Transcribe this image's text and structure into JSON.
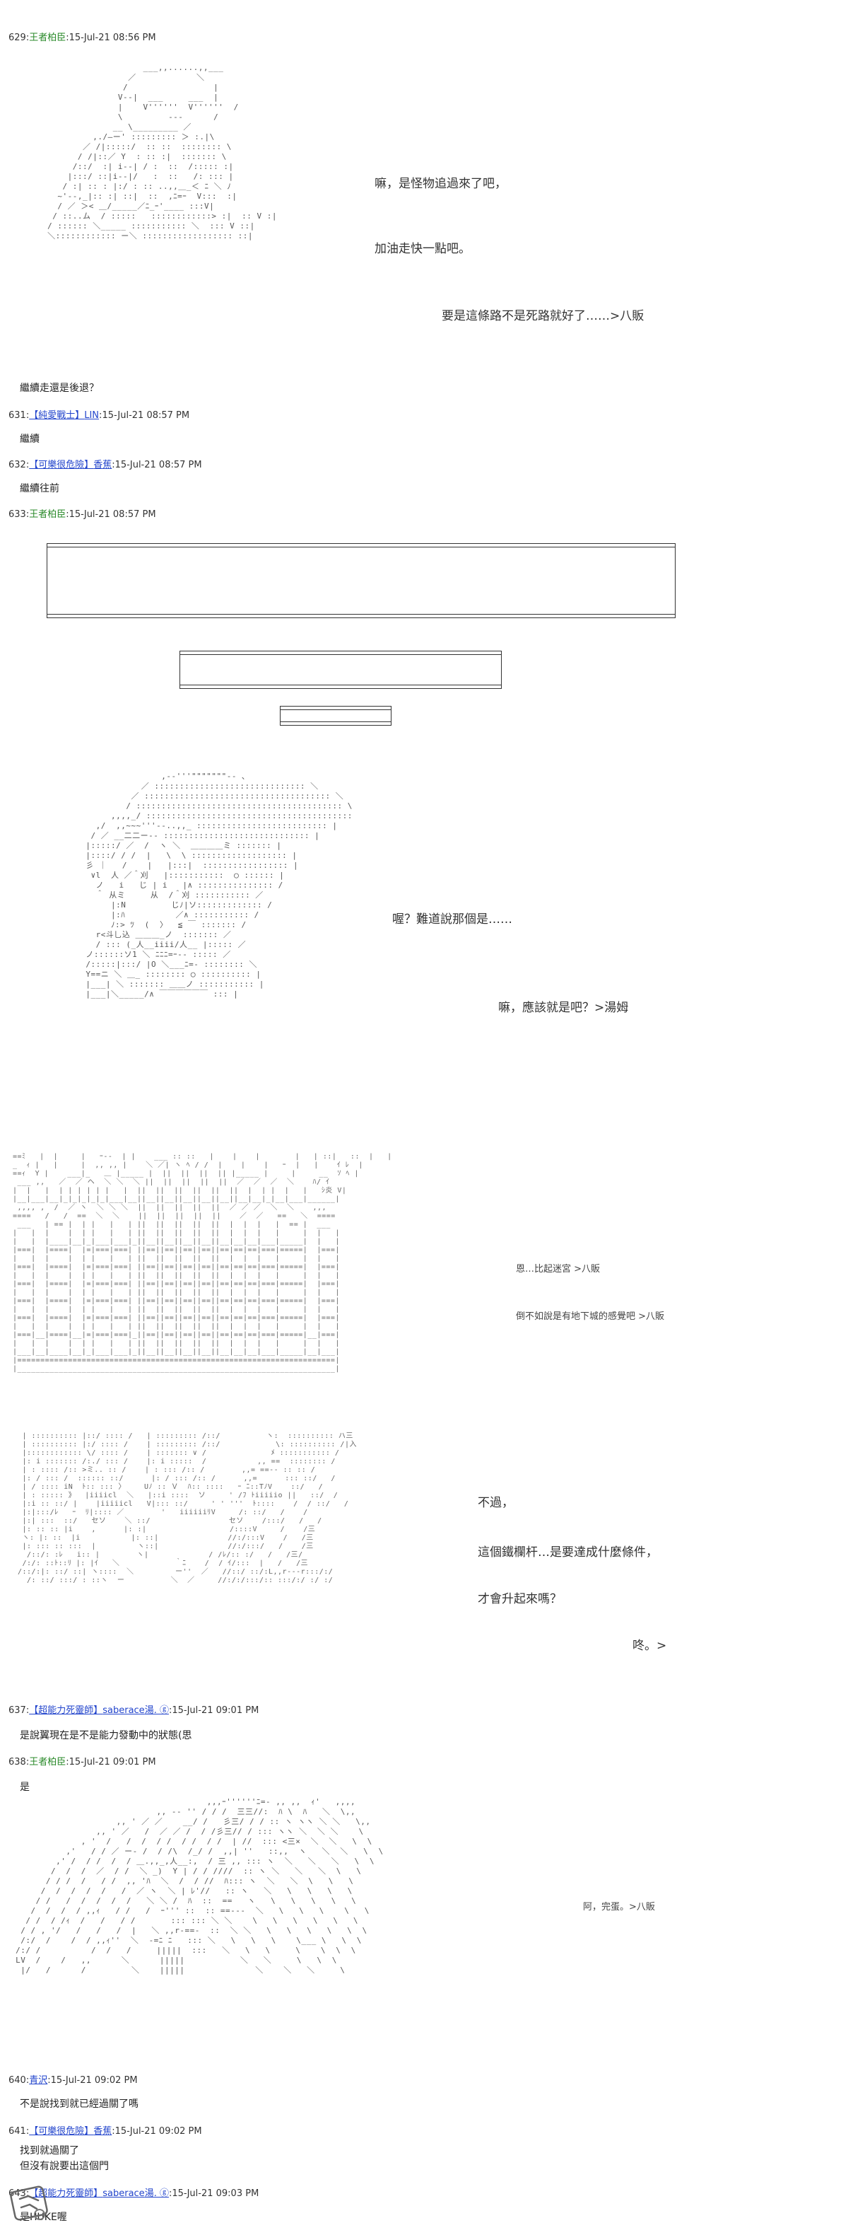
{
  "posts": [
    {
      "num": "629",
      "name": "王者柏臣",
      "date": "15-Jul-21 08:56 PM"
    },
    {
      "num": "631",
      "tag": "【純愛戰士】",
      "name": "LIN",
      "date": "15-Jul-21 08:57 PM"
    },
    {
      "num": "632",
      "tag": "【可樂很危險】",
      "name": "香蕉",
      "date": "15-Jul-21 08:57 PM"
    },
    {
      "num": "633",
      "name": "王者柏臣",
      "date": "15-Jul-21 08:57 PM"
    },
    {
      "num": "637",
      "tag": "【超能力死靈師】",
      "name": "saberace",
      "extra": "湯. ⓖ",
      "date": "15-Jul-21 09:01 PM"
    },
    {
      "num": "638",
      "name": "王者柏臣",
      "date": "15-Jul-21 09:01 PM"
    },
    {
      "num": "640",
      "name": "青沢",
      "date": "15-Jul-21 09:02 PM"
    },
    {
      "num": "641",
      "tag": "【可樂很危險】",
      "name": "香蕉",
      "date": "15-Jul-21 09:02 PM"
    },
    {
      "num": "643",
      "tag": "【超能力死靈師】",
      "name": "saberace",
      "extra": "湯. ⓖ",
      "date": "15-Jul-21 09:03 PM"
    }
  ],
  "replies": {
    "r629": "繼續走還是後退？",
    "r631": "繼續",
    "r632": "繼續往前",
    "r637": "是說翼現在是不是能力發動中的狀態(思",
    "r638": "是",
    "r640": "不是說找到就已經過關了嗎",
    "r641a": "找到就過關了",
    "r641b": "但沒有說要出這個門",
    "r643": "是HUKE喔"
  },
  "dialogue": {
    "d1": "嘛，是怪物追過來了吧，",
    "d2": "加油走快一點吧。",
    "d3": "要是這條路不是死路就好了……>八販",
    "d4": "喔？難道說那個是……",
    "d5": "嘛，應該就是吧？>湯姆",
    "d6": "恩…比起迷宮 >八販",
    "d7": "倒不如說是有地下城的感覺吧 >八販",
    "d8": "不過，",
    "d9": "這個鐵欄杆…是要達成什麼條件，",
    "d10": "才會升起來嗎？",
    "d11": "咚。>",
    "d12": "阿，完蛋。>八販"
  },
  "watermark": {
    "icon": "manga-site-logo-icon"
  }
}
